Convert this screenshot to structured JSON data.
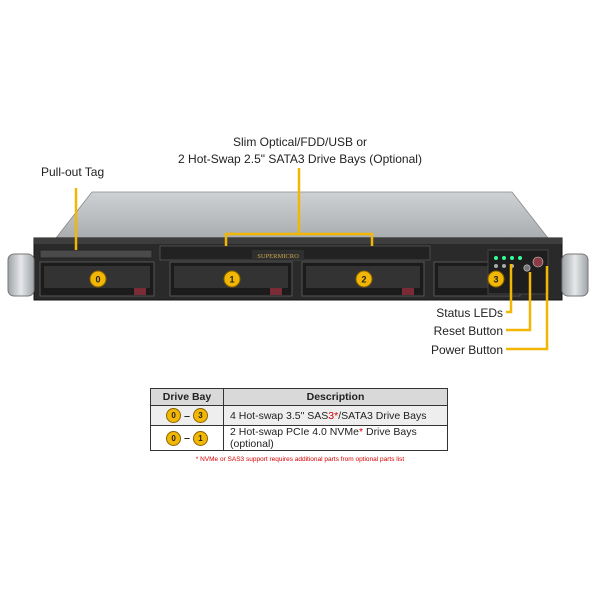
{
  "callouts": {
    "top_line1": "Slim Optical/FDD/USB or",
    "top_line2": "2 Hot-Swap 2.5\" SATA3 Drive Bays (Optional)",
    "pullout": "Pull-out Tag",
    "status": "Status LEDs",
    "reset": "Reset Button",
    "power": "Power Button"
  },
  "server": {
    "brand": "SUPERMICRO",
    "bays": [
      "0",
      "1",
      "2",
      "3"
    ]
  },
  "table": {
    "headers": [
      "Drive Bay",
      "Description"
    ],
    "rows": [
      {
        "from": "0",
        "to": "3",
        "desc_a": "4 Hot-swap 3.5\" SAS",
        "desc_b": "3*",
        "desc_c": "/SATA3 Drive Bays"
      },
      {
        "from": "0",
        "to": "1",
        "desc_a": "2 Hot-swap PCIe 4.0 NVMe",
        "desc_b": "*",
        "desc_c": " Drive Bays (optional)"
      }
    ]
  },
  "footnote": "* NVMe or SAS3 support requires additional parts from optional parts list",
  "colors": {
    "accent": "#f2b705",
    "footnote": "#d40000",
    "chassis": "#2a2a2a"
  }
}
